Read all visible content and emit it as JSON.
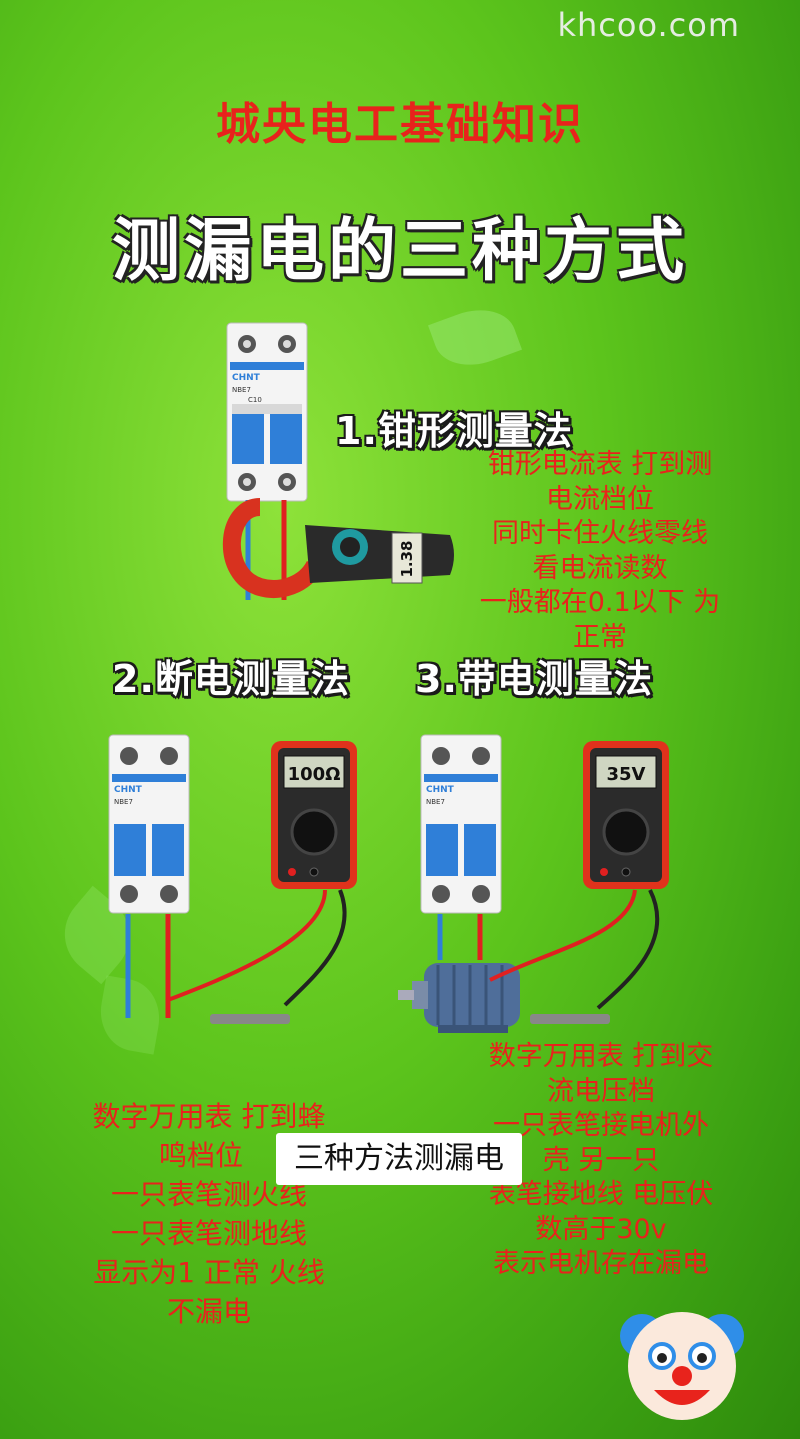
{
  "watermark": "khcoo.com",
  "subtitle": "城央电工基础知识",
  "title": "测漏电的三种方式",
  "method1": {
    "heading": "1.钳形测量法",
    "lines": [
      "钳形电流表 打到测",
      "电流档位",
      "同时卡住火线零线",
      "看电流读数",
      "一般都在0.1以下 为",
      "正常"
    ],
    "meter_reading": "1.38"
  },
  "method2": {
    "heading": "2.断电测量法",
    "lines": [
      "数字万用表 打到蜂",
      "鸣档位",
      "一只表笔测火线",
      "一只表笔测地线",
      "显示为1 正常 火线",
      "不漏电"
    ],
    "meter_reading": "100Ω"
  },
  "method3": {
    "heading": "3.带电测量法",
    "lines": [
      "数字万用表 打到交",
      "流电压档",
      "一只表笔接电机外",
      "壳 另一只",
      "表笔接地线 电压伏",
      "数高于30v",
      "表示电机存在漏电"
    ],
    "meter_reading": "35V"
  },
  "banner": "三种方法测漏电",
  "breaker": {
    "brand": "CHNT",
    "model": "NBE7",
    "rating": "C10"
  },
  "colors": {
    "background": "#5cc41c",
    "accent_red": "#e8231c",
    "breaker_blue": "#2f7fd8"
  }
}
